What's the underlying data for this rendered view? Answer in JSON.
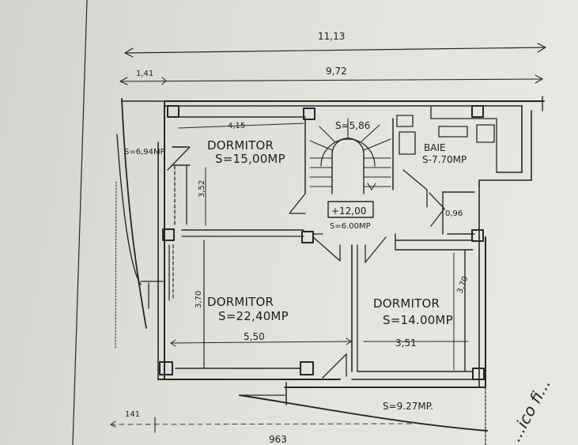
{
  "plan": {
    "dimensions": {
      "overall_width": "11,13",
      "left_offset_top": "1,41",
      "main_width_top": "9,72",
      "left_offset_bottom": "141",
      "bottom_width": "963",
      "bed1_width": "4,15",
      "bed1_height": "3,52",
      "bed2_height": "3,70",
      "bed2_width": "5,50",
      "bed3_height": "3,70",
      "bed3_width": "3,51"
    },
    "rooms": {
      "balcony_left": {
        "area": "S=6,94MP"
      },
      "bedroom_1": {
        "name": "DORMITOR",
        "area": "S=15,00MP"
      },
      "stairs": {
        "area": "S=5,86"
      },
      "bathroom": {
        "name": "BAIE",
        "area": "S-7.70MP"
      },
      "hall": {
        "level": "+12,00",
        "area": "S=6.00MP"
      },
      "closet": {
        "area": "0,96"
      },
      "bedroom_2": {
        "name": "DORMITOR",
        "area": "S=22,40MP"
      },
      "bedroom_3": {
        "name": "DORMITOR",
        "area": "S=14.00MP"
      },
      "terrace": {
        "area": "S=9.27MP."
      }
    },
    "signature": "...ico fi..."
  }
}
